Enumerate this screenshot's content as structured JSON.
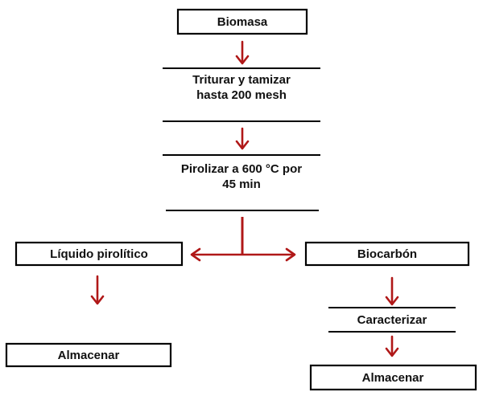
{
  "diagram": {
    "nodes": {
      "biomasa": "Biomasa",
      "triturar_line1": "Triturar y tamizar",
      "triturar_line2": "hasta 200 mesh",
      "pirolizar_line1": "Pirolizar a 600 °C por",
      "pirolizar_line2": "45 min",
      "liquido": "Líquido pirolítico",
      "biocarbon": "Biocarbón",
      "caracterizar": "Caracterizar",
      "almacenar_left": "Almacenar",
      "almacenar_right": "Almacenar"
    },
    "colors": {
      "arrow": "#b01818",
      "box_border": "#000000",
      "text": "#111111"
    }
  }
}
